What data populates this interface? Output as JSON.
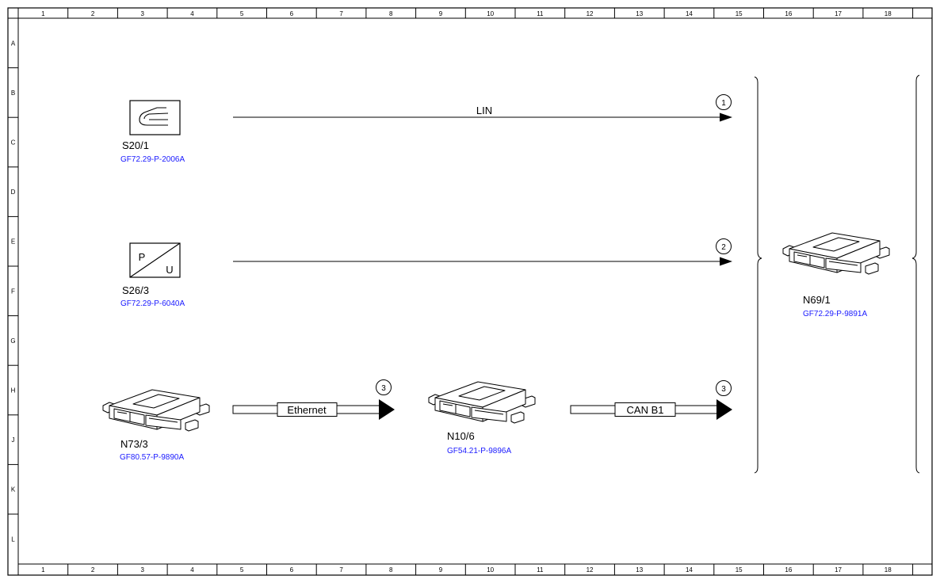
{
  "frame": {
    "columns": [
      "1",
      "2",
      "3",
      "4",
      "5",
      "6",
      "7",
      "8",
      "9",
      "10",
      "11",
      "12",
      "13",
      "14",
      "15",
      "16",
      "17",
      "18"
    ],
    "rows": [
      "A",
      "B",
      "C",
      "D",
      "E",
      "F",
      "G",
      "H",
      "J",
      "K",
      "L"
    ]
  },
  "components": {
    "s20_1": {
      "code": "S20/1",
      "ref": "GF72.29-P-2006A",
      "icon": "seat-switch-icon"
    },
    "s26_3": {
      "code": "S26/3",
      "ref": "GF72.29-P-6040A",
      "icon": "pressure-voltage-sensor-icon",
      "symbol_p": "P",
      "symbol_u": "U"
    },
    "n73_3": {
      "code": "N73/3",
      "ref": "GF80.57-P-9890A",
      "icon": "control-unit-icon"
    },
    "n10_6": {
      "code": "N10/6",
      "ref": "GF54.21-P-9896A",
      "icon": "control-unit-icon"
    },
    "n69_1": {
      "code": "N69/1",
      "ref": "GF72.29-P-9891A",
      "icon": "control-unit-icon"
    }
  },
  "connections": {
    "lin": {
      "label": "LIN",
      "marker": "1"
    },
    "line2": {
      "marker": "2"
    },
    "ethernet": {
      "label": "Ethernet",
      "marker": "3"
    },
    "can_b1": {
      "label": "CAN B1",
      "marker": "3"
    }
  },
  "colors": {
    "line": "#000000",
    "link": "#1a1aff",
    "background": "#ffffff"
  }
}
